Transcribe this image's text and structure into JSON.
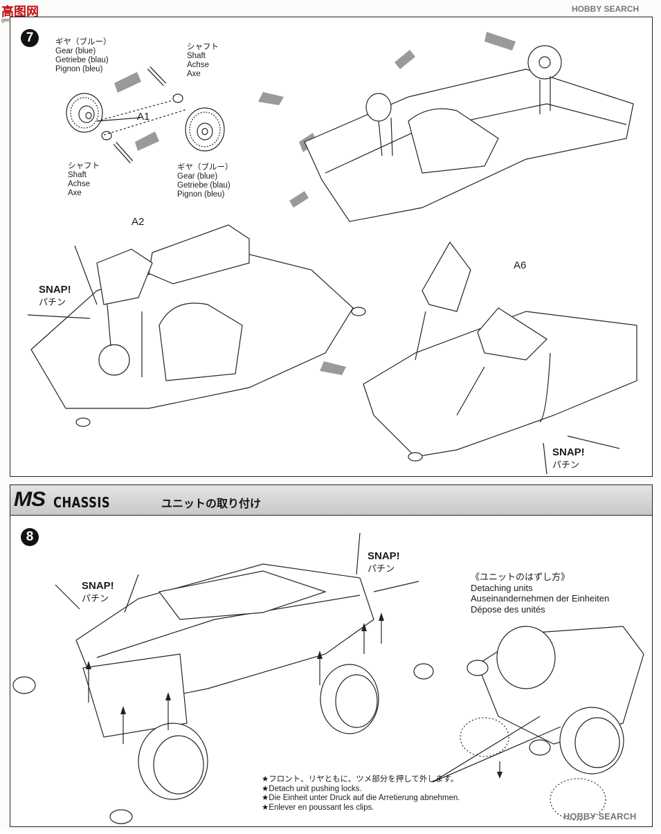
{
  "watermark": {
    "logo": "高图网",
    "url": "gao-shou.com",
    "hobby_top": "HOBBY SEARCH",
    "hobby_bottom": "HOBBY SEARCH"
  },
  "step7": {
    "number": "7",
    "gear_top": {
      "jp": "ギヤ（ブルー）",
      "en": "Gear (blue)",
      "de": "Getriebe (blau)",
      "fr": "Pignon (bleu)"
    },
    "shaft_top": {
      "jp": "シャフト",
      "en": "Shaft",
      "de": "Achse",
      "fr": "Axe"
    },
    "shaft_bottom": {
      "jp": "シャフト",
      "en": "Shaft",
      "de": "Achse",
      "fr": "Axe"
    },
    "gear_bottom": {
      "jp": "ギヤ（ブルー）",
      "en": "Gear (blue)",
      "de": "Getriebe (blau)",
      "fr": "Pignon (bleu)"
    },
    "part_a1": "A1",
    "part_a2": "A2",
    "part_a6": "A6",
    "snap_left": {
      "en": "SNAP!",
      "jp": "パチン"
    },
    "snap_right": {
      "en": "SNAP!",
      "jp": "パチン"
    }
  },
  "banner": {
    "ms": "MS",
    "chassis": "CHASSIS",
    "title": "ユニットの取り付け"
  },
  "step8": {
    "number": "8",
    "snap_left": {
      "en": "SNAP!",
      "jp": "パチン"
    },
    "snap_right": {
      "en": "SNAP!",
      "jp": "パチン"
    },
    "detach": {
      "jp": "《ユニットのはずし方》",
      "en": "Detaching units",
      "de": "Auseinandernehmen der Einheiten",
      "fr": "Dépose des unités"
    },
    "notes": [
      "★フロント、リヤともに、ツメ部分を押して外します。",
      "★Detach unit pushing locks.",
      "★Die Einheit unter Druck auf die Arretierung abnehmen.",
      "★Enlever en poussant les clips."
    ]
  }
}
